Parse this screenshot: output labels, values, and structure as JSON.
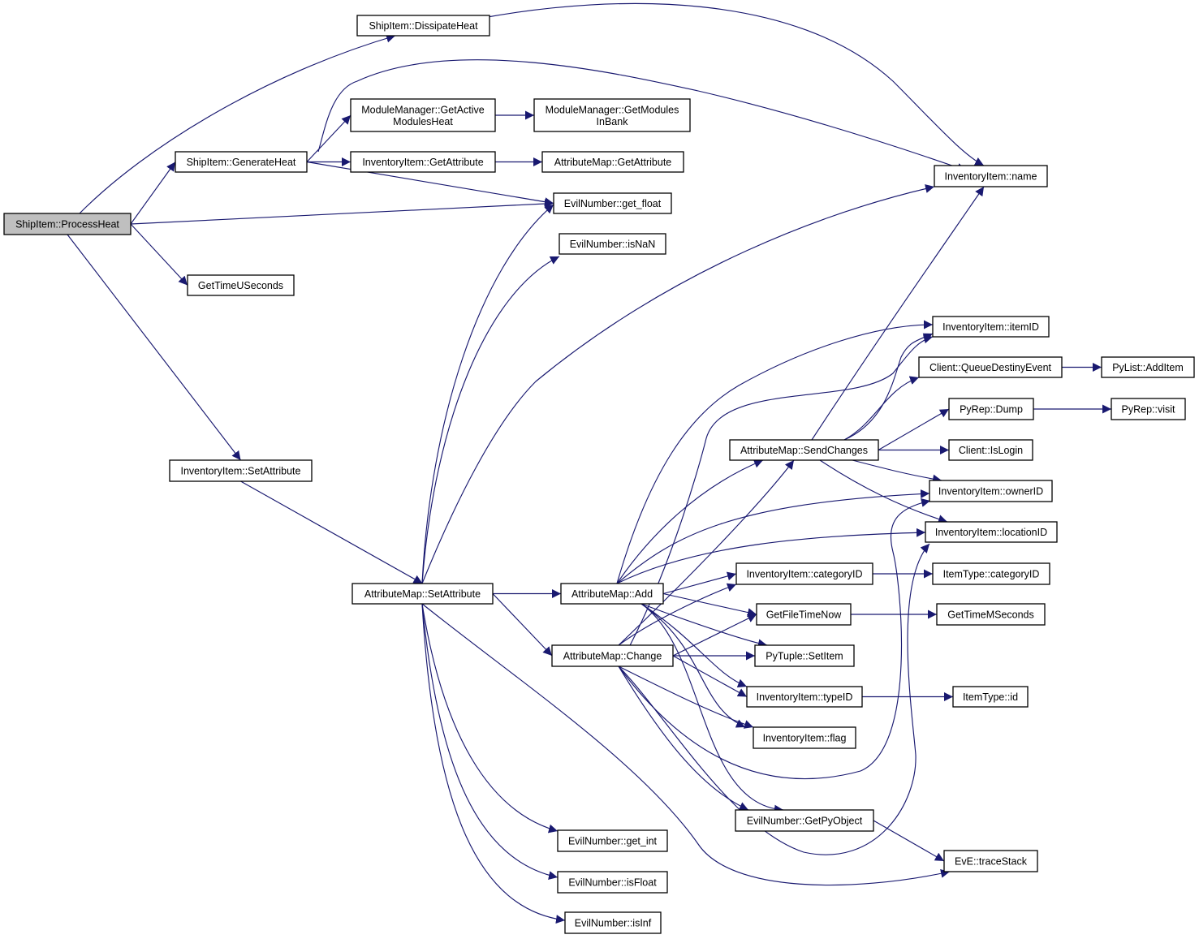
{
  "graph": {
    "nodes": [
      {
        "id": "processheat",
        "lines": [
          "ShipItem::ProcessHeat"
        ],
        "root": true
      },
      {
        "id": "dissipate",
        "lines": [
          "ShipItem::DissipateHeat"
        ]
      },
      {
        "id": "generate",
        "lines": [
          "ShipItem::GenerateHeat"
        ]
      },
      {
        "id": "mm_active",
        "lines": [
          "ModuleManager::GetActive",
          "ModulesHeat"
        ]
      },
      {
        "id": "mm_bank",
        "lines": [
          "ModuleManager::GetModules",
          "InBank"
        ]
      },
      {
        "id": "ii_getattr",
        "lines": [
          "InventoryItem::GetAttribute"
        ]
      },
      {
        "id": "am_getattr",
        "lines": [
          "AttributeMap::GetAttribute"
        ]
      },
      {
        "id": "ii_name",
        "lines": [
          "InventoryItem::name"
        ]
      },
      {
        "id": "en_getfloat",
        "lines": [
          "EvilNumber::get_float"
        ]
      },
      {
        "id": "en_isnan",
        "lines": [
          "EvilNumber::isNaN"
        ]
      },
      {
        "id": "gettimeu",
        "lines": [
          "GetTimeUSeconds"
        ]
      },
      {
        "id": "ii_itemid",
        "lines": [
          "InventoryItem::itemID"
        ]
      },
      {
        "id": "client_qde",
        "lines": [
          "Client::QueueDestinyEvent"
        ]
      },
      {
        "id": "pylist_add",
        "lines": [
          "PyList::AddItem"
        ]
      },
      {
        "id": "pyrep_dump",
        "lines": [
          "PyRep::Dump"
        ]
      },
      {
        "id": "pyrep_visit",
        "lines": [
          "PyRep::visit"
        ]
      },
      {
        "id": "am_send",
        "lines": [
          "AttributeMap::SendChanges"
        ]
      },
      {
        "id": "client_login",
        "lines": [
          "Client::IsLogin"
        ]
      },
      {
        "id": "ii_setattr",
        "lines": [
          "InventoryItem::SetAttribute"
        ]
      },
      {
        "id": "ii_owner",
        "lines": [
          "InventoryItem::ownerID"
        ]
      },
      {
        "id": "ii_location",
        "lines": [
          "InventoryItem::locationID"
        ]
      },
      {
        "id": "ii_category",
        "lines": [
          "InventoryItem::categoryID"
        ]
      },
      {
        "id": "it_category",
        "lines": [
          "ItemType::categoryID"
        ]
      },
      {
        "id": "am_setattr",
        "lines": [
          "AttributeMap::SetAttribute"
        ]
      },
      {
        "id": "am_add",
        "lines": [
          "AttributeMap::Add"
        ]
      },
      {
        "id": "getfiletime",
        "lines": [
          "GetFileTimeNow"
        ]
      },
      {
        "id": "gettimem",
        "lines": [
          "GetTimeMSeconds"
        ]
      },
      {
        "id": "am_change",
        "lines": [
          "AttributeMap::Change"
        ]
      },
      {
        "id": "pytuple_set",
        "lines": [
          "PyTuple::SetItem"
        ]
      },
      {
        "id": "ii_typeid",
        "lines": [
          "InventoryItem::typeID"
        ]
      },
      {
        "id": "it_id",
        "lines": [
          "ItemType::id"
        ]
      },
      {
        "id": "ii_flag",
        "lines": [
          "InventoryItem::flag"
        ]
      },
      {
        "id": "en_getpy",
        "lines": [
          "EvilNumber::GetPyObject"
        ]
      },
      {
        "id": "eve_trace",
        "lines": [
          "EvE::traceStack"
        ]
      },
      {
        "id": "en_getint",
        "lines": [
          "EvilNumber::get_int"
        ]
      },
      {
        "id": "en_isfloat",
        "lines": [
          "EvilNumber::isFloat"
        ]
      },
      {
        "id": "en_isinf",
        "lines": [
          "EvilNumber::isInf"
        ]
      }
    ],
    "edges": [
      [
        "processheat",
        "dissipate"
      ],
      [
        "processheat",
        "generate"
      ],
      [
        "processheat",
        "en_getfloat"
      ],
      [
        "processheat",
        "gettimeu"
      ],
      [
        "processheat",
        "ii_setattr"
      ],
      [
        "dissipate",
        "ii_name"
      ],
      [
        "generate",
        "mm_active"
      ],
      [
        "generate",
        "ii_getattr"
      ],
      [
        "generate",
        "en_getfloat"
      ],
      [
        "generate",
        "ii_name"
      ],
      [
        "mm_active",
        "mm_bank"
      ],
      [
        "ii_getattr",
        "am_getattr"
      ],
      [
        "ii_setattr",
        "am_setattr"
      ],
      [
        "am_setattr",
        "en_getfloat"
      ],
      [
        "am_setattr",
        "en_isnan"
      ],
      [
        "am_setattr",
        "ii_name"
      ],
      [
        "am_setattr",
        "am_add"
      ],
      [
        "am_setattr",
        "am_change"
      ],
      [
        "am_setattr",
        "eve_trace"
      ],
      [
        "am_setattr",
        "en_getint"
      ],
      [
        "am_setattr",
        "en_isfloat"
      ],
      [
        "am_setattr",
        "en_isinf"
      ],
      [
        "am_add",
        "ii_itemid"
      ],
      [
        "am_add",
        "am_send"
      ],
      [
        "am_add",
        "ii_owner"
      ],
      [
        "am_add",
        "ii_location"
      ],
      [
        "am_add",
        "ii_category"
      ],
      [
        "am_add",
        "getfiletime"
      ],
      [
        "am_add",
        "pytuple_set"
      ],
      [
        "am_add",
        "ii_typeid"
      ],
      [
        "am_add",
        "ii_flag"
      ],
      [
        "am_add",
        "en_getpy"
      ],
      [
        "am_change",
        "ii_itemid"
      ],
      [
        "am_change",
        "am_send"
      ],
      [
        "am_change",
        "ii_owner"
      ],
      [
        "am_change",
        "ii_location"
      ],
      [
        "am_change",
        "ii_category"
      ],
      [
        "am_change",
        "getfiletime"
      ],
      [
        "am_change",
        "pytuple_set"
      ],
      [
        "am_change",
        "ii_typeid"
      ],
      [
        "am_change",
        "ii_flag"
      ],
      [
        "am_change",
        "en_getpy"
      ],
      [
        "am_send",
        "ii_name"
      ],
      [
        "am_send",
        "ii_itemid"
      ],
      [
        "am_send",
        "client_qde"
      ],
      [
        "am_send",
        "pyrep_dump"
      ],
      [
        "am_send",
        "client_login"
      ],
      [
        "am_send",
        "ii_owner"
      ],
      [
        "am_send",
        "ii_location"
      ],
      [
        "client_qde",
        "pylist_add"
      ],
      [
        "pyrep_dump",
        "pyrep_visit"
      ],
      [
        "ii_category",
        "it_category"
      ],
      [
        "getfiletime",
        "gettimem"
      ],
      [
        "ii_typeid",
        "it_id"
      ],
      [
        "en_getpy",
        "eve_trace"
      ]
    ]
  }
}
